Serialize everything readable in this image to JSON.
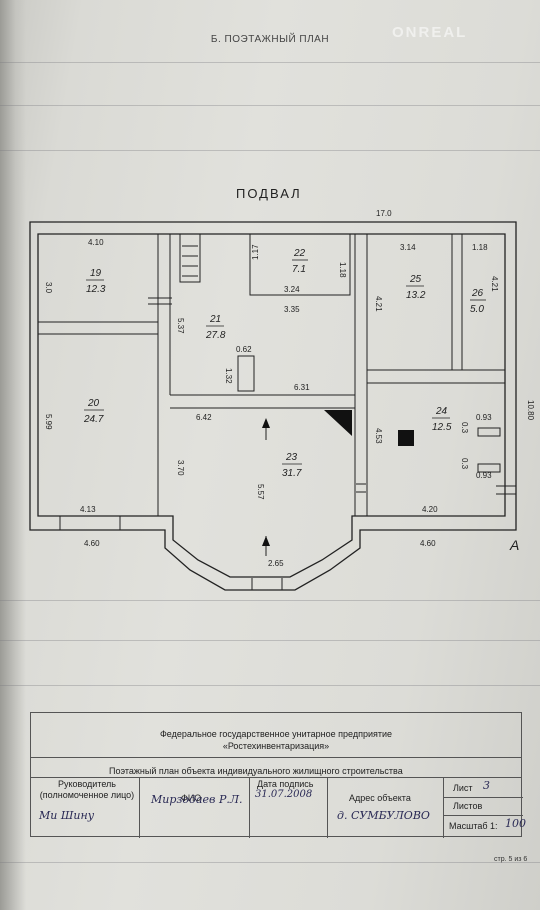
{
  "header": {
    "title": "Б. ПОЭТАЖНЫЙ ПЛАН",
    "watermark": "ONREAL"
  },
  "plan": {
    "title": "ПОДВАЛ",
    "dimensions": {
      "overall_width": "17.0",
      "overall_depth": "10.80",
      "left_bottom": "4.60",
      "right_bottom": "4.60",
      "bay_bottom": "2.65",
      "marker": "A"
    },
    "rooms": [
      {
        "num": "19",
        "area": "12.3",
        "dims": [
          "4.10",
          "3.0"
        ]
      },
      {
        "num": "20",
        "area": "24.7",
        "dims": [
          "5.99",
          "4.13"
        ]
      },
      {
        "num": "21",
        "area": "27.8",
        "dims": [
          "5.37",
          "0.62",
          "1.32",
          "6.31"
        ]
      },
      {
        "num": "22",
        "area": "7.1",
        "dims": [
          "1.17",
          "1.18",
          "3.24",
          "3.35"
        ]
      },
      {
        "num": "23",
        "area": "31.7",
        "dims": [
          "6.42",
          "3.70",
          "5.57"
        ]
      },
      {
        "num": "24",
        "area": "12.5",
        "dims": [
          "4.53",
          "4.20",
          "0.93",
          "0.93",
          "0.3",
          "0.3"
        ]
      },
      {
        "num": "25",
        "area": "13.2",
        "dims": [
          "3.14",
          "4.21"
        ]
      },
      {
        "num": "26",
        "area": "5.0",
        "dims": [
          "1.18",
          "4.21"
        ]
      }
    ]
  },
  "stamp": {
    "org_line1": "Федеральное государственное унитарное предприятие",
    "org_line2": "«Ростехинвентаризация»",
    "subject": "Поэтажный план объекта индивидуального жилищного строительства",
    "col1": "Руководитель (полномоченное лицо)",
    "col2": "ФИО",
    "col3": "Дата подпись",
    "col4": "Адрес объекта",
    "sheet_label": "Лист",
    "sheet_value": "3",
    "sheets_label": "Листов",
    "scale_label": "Масштаб 1:",
    "scale_value": "100",
    "hand_signature": "Ми Шину",
    "hand_name": "Мирзодаев Р.Л.",
    "hand_date": "31.07.2008",
    "hand_address": "д. СУМБУЛОВО"
  },
  "footer": {
    "page": "стр. 5 из 6"
  }
}
